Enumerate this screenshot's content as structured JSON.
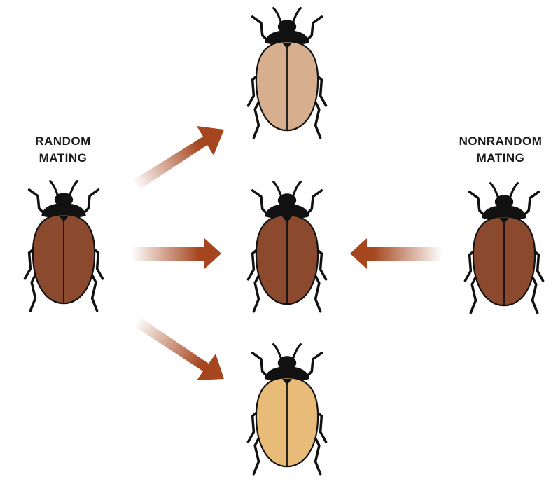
{
  "labels": {
    "random_line1": "RANDOM",
    "random_line2": "MATING",
    "nonrandom_line1": "NONRANDOM",
    "nonrandom_line2": "MATING"
  },
  "colors": {
    "arrow": "#a5461e",
    "shell_parent": "#8b4a2e",
    "shell_light": "#d7ae8e",
    "shell_same": "#8b4a2e",
    "shell_pale": "#e8bb78",
    "outline": "#111111",
    "background": "#ffffff"
  },
  "beetles": [
    {
      "role": "random-parent",
      "shell": "#8b4a2e"
    },
    {
      "role": "offspring-light",
      "shell": "#d7ae8e"
    },
    {
      "role": "offspring-same",
      "shell": "#8b4a2e"
    },
    {
      "role": "offspring-pale",
      "shell": "#e8bb78"
    },
    {
      "role": "nonrandom-parent",
      "shell": "#8b4a2e"
    }
  ]
}
